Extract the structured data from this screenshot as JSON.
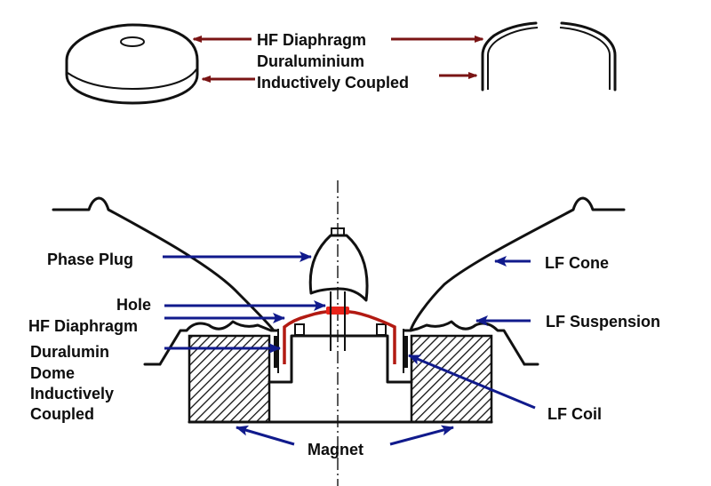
{
  "diagram": {
    "title": "",
    "colors": {
      "outline": "#111111",
      "top_arrow": "#7a1414",
      "label_arrow": "#101a8c",
      "hf_diaphragm": "#b21a12",
      "hf_diaphragm_center": "#e8241a"
    },
    "top_labels": {
      "line1": "HF  Diaphragm",
      "line2": "Duraluminium",
      "line3": "Inductively  Coupled"
    },
    "left_labels": {
      "phase_plug": "Phase  Plug",
      "hole": "Hole",
      "hf_diaphragm": "HF Diaphragm",
      "duralumin_1": "Duralumin",
      "duralumin_2": "Dome",
      "duralumin_3": "Inductively",
      "duralumin_4": "Coupled"
    },
    "right_labels": {
      "lf_cone": "LF Cone",
      "lf_suspension": "LF Suspension",
      "lf_coil": "LF Coil"
    },
    "bottom_labels": {
      "magnet": "Magnet"
    },
    "components": [
      "hf-diaphragm-disc",
      "hf-diaphragm-section",
      "phase-plug",
      "hole",
      "lf-cone",
      "lf-suspension",
      "lf-coil",
      "magnet",
      "duralumin-dome"
    ]
  }
}
